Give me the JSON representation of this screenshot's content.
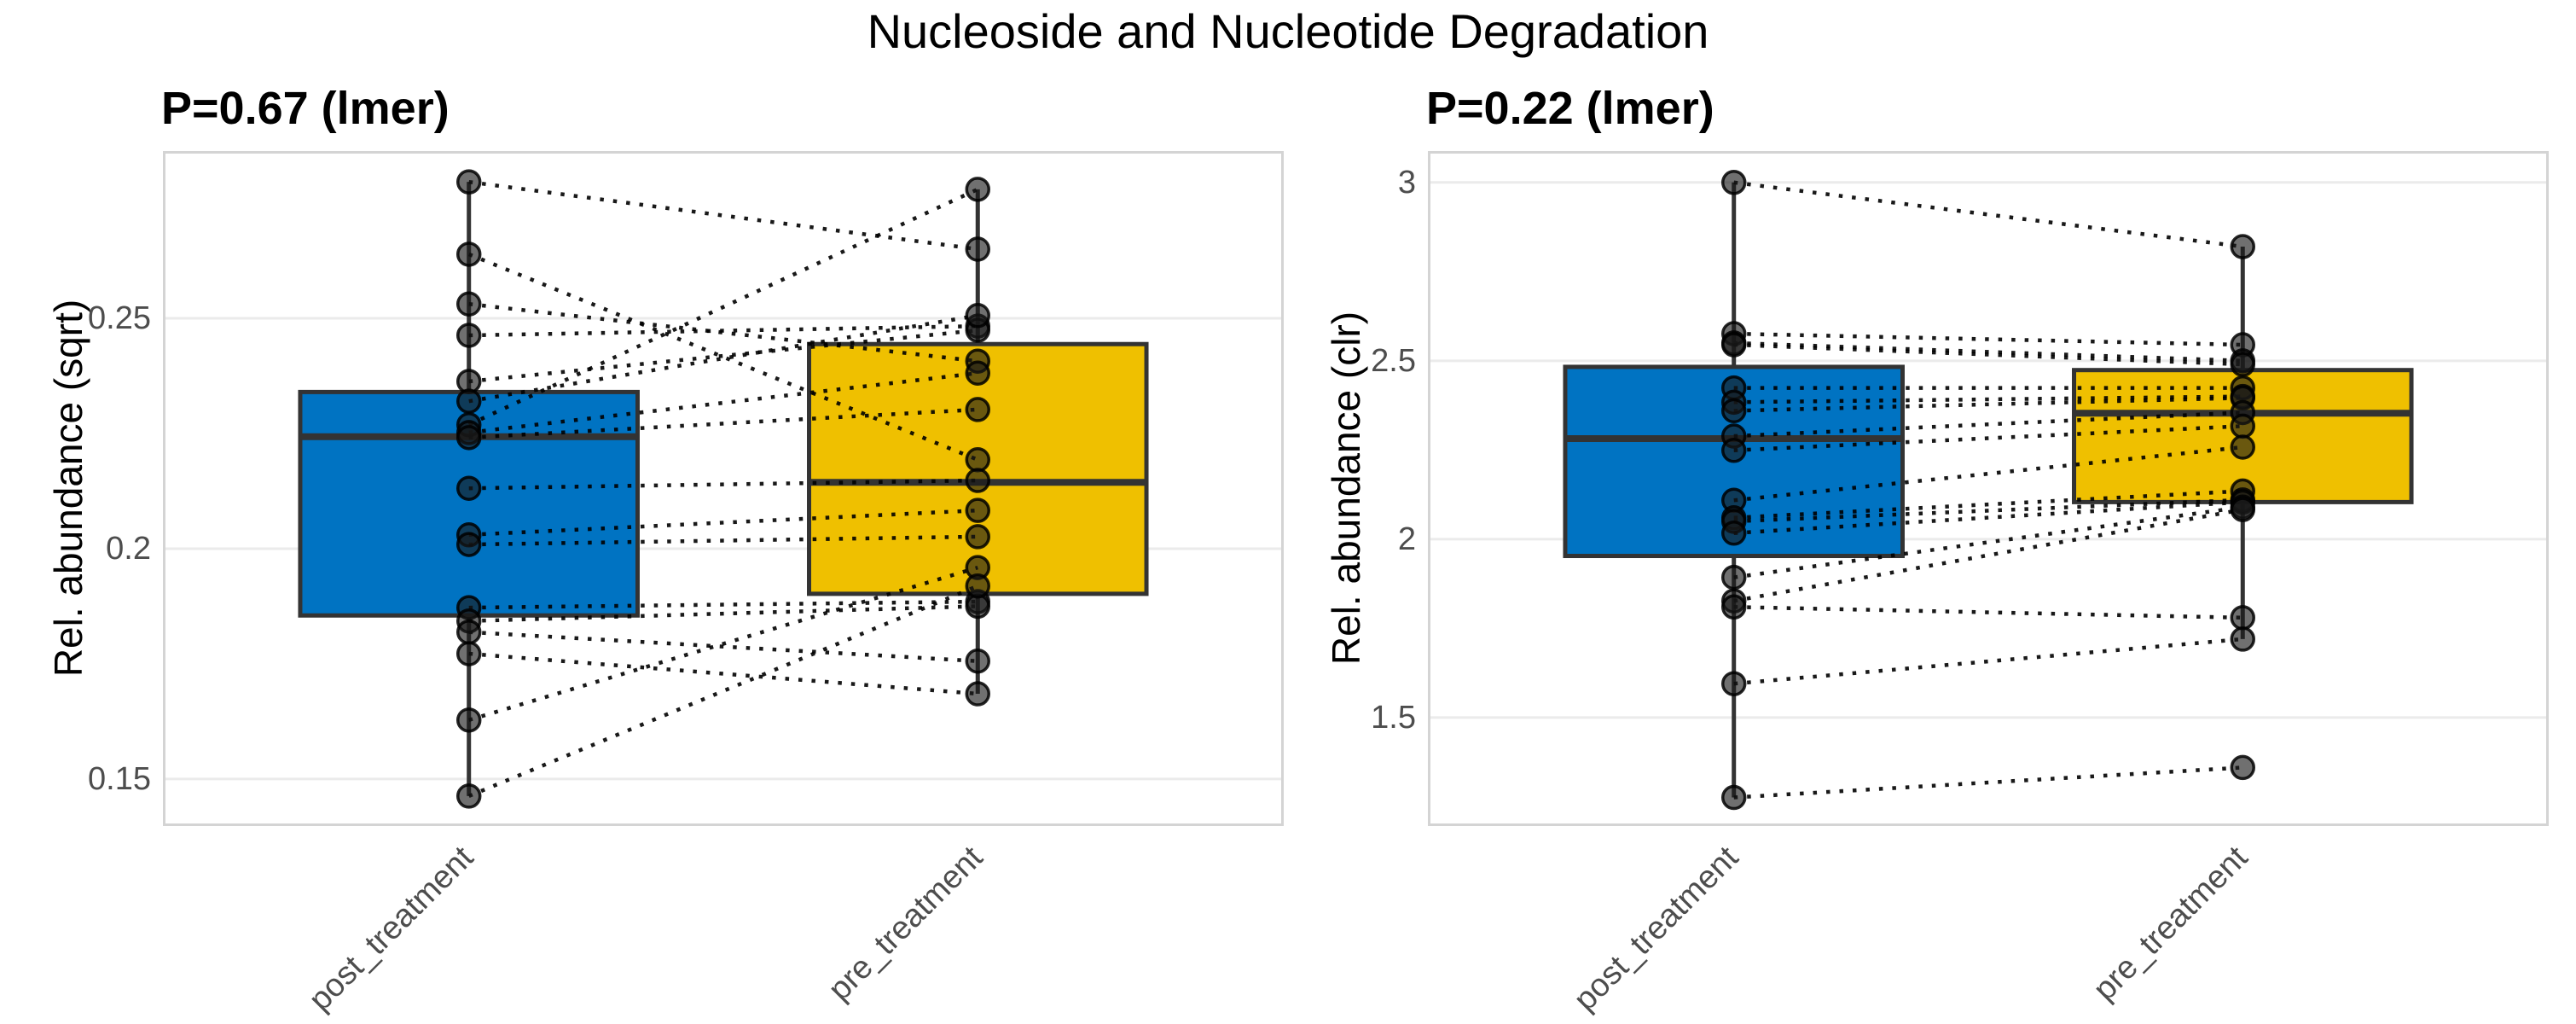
{
  "title": "Nucleoside and Nucleotide Degradation",
  "colors": {
    "post": "#0073C2",
    "pre": "#EFC000",
    "grid": "#EBEBEB",
    "panel_border": "#D4D4D4",
    "box_stroke": "#333333",
    "pair_line": "#000000",
    "point_fill": "rgba(25,25,25,0.62)",
    "point_stroke": "rgba(0,0,0,0.85)",
    "tick_text": "#4D4D4D"
  },
  "chart_data": [
    {
      "type": "boxplot_paired",
      "p_label": "P=0.67 (lmer)",
      "ylabel": "Rel. abundance (sqrt)",
      "categories": [
        "post_treatment",
        "pre_treatment"
      ],
      "yticks": {
        "values": [
          0.25,
          0.2,
          0.15
        ],
        "labels": [
          "0.25",
          "0.2",
          "0.15"
        ]
      },
      "ylim": [
        0.1398,
        0.2863
      ],
      "grid": "horizontal-major",
      "legend": "none",
      "boxes": [
        {
          "category": "post_treatment",
          "color_key": "post",
          "min": 0.1463,
          "q1": 0.1855,
          "median": 0.2243,
          "q3": 0.234,
          "max": 0.2796
        },
        {
          "category": "pre_treatment",
          "color_key": "pre",
          "min": 0.1685,
          "q1": 0.1902,
          "median": 0.2144,
          "q3": 0.2444,
          "max": 0.278
        }
      ],
      "pairs": [
        [
          0.2796,
          0.265
        ],
        [
          0.2639,
          0.2193
        ],
        [
          0.2531,
          0.2407
        ],
        [
          0.2463,
          0.2483
        ],
        [
          0.2363,
          0.2474
        ],
        [
          0.232,
          0.2506
        ],
        [
          0.2269,
          0.278
        ],
        [
          0.2252,
          0.2381
        ],
        [
          0.2241,
          0.2302
        ],
        [
          0.2131,
          0.2148
        ],
        [
          0.203,
          0.2083
        ],
        [
          0.2009,
          0.2026
        ],
        [
          0.1872,
          0.1885
        ],
        [
          0.1843,
          0.1875
        ],
        [
          0.1819,
          0.1756
        ],
        [
          0.1772,
          0.1685
        ],
        [
          0.1628,
          0.1959
        ],
        [
          0.1463,
          0.1919
        ]
      ]
    },
    {
      "type": "boxplot_paired",
      "p_label": "P=0.22 (lmer)",
      "ylabel": "Rel. abundance (clr)",
      "categories": [
        "post_treatment",
        "pre_treatment"
      ],
      "yticks": {
        "values": [
          3,
          2.5,
          2,
          1.5
        ],
        "labels": [
          "3",
          "2.5",
          "2",
          "1.5"
        ]
      },
      "ylim": [
        1.196,
        3.088
      ],
      "grid": "horizontal-major",
      "legend": "none",
      "boxes": [
        {
          "category": "post_treatment",
          "color_key": "post",
          "min": 1.276,
          "q1": 1.953,
          "median": 2.282,
          "q3": 2.483,
          "max": 3.0
        },
        {
          "category": "pre_treatment",
          "color_key": "pre",
          "min": 1.72,
          "q1": 2.104,
          "median": 2.353,
          "q3": 2.474,
          "max": 2.82
        }
      ],
      "pairs": [
        [
          3.0,
          2.82
        ],
        [
          2.576,
          2.545
        ],
        [
          2.55,
          2.5
        ],
        [
          2.545,
          2.49
        ],
        [
          2.424,
          2.424
        ],
        [
          2.384,
          2.4
        ],
        [
          2.36,
          2.396
        ],
        [
          2.289,
          2.355
        ],
        [
          2.249,
          2.317
        ],
        [
          2.109,
          2.258
        ],
        [
          2.06,
          2.135
        ],
        [
          2.05,
          2.11
        ],
        [
          2.017,
          2.104
        ],
        [
          1.893,
          2.09
        ],
        [
          1.827,
          2.083
        ],
        [
          1.81,
          1.78
        ],
        [
          1.595,
          1.72
        ],
        [
          1.276,
          1.36
        ]
      ]
    }
  ]
}
